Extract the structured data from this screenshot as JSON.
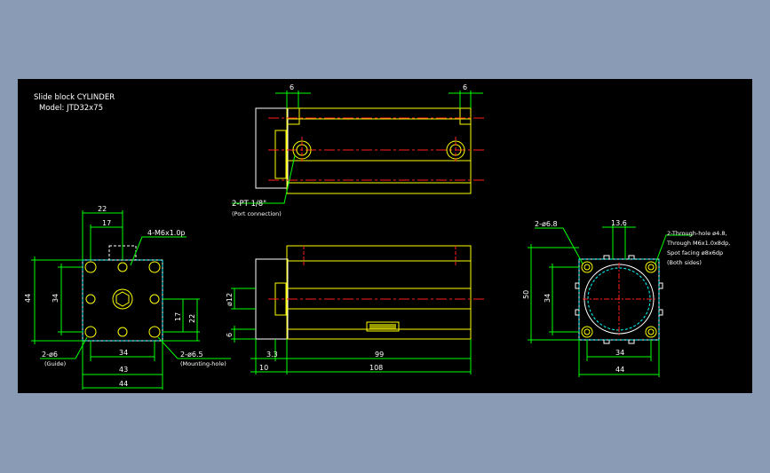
{
  "title": {
    "line1": "Slide block CYLINDER",
    "line2": "Model: JTD32x75"
  },
  "colors": {
    "background": "#8a9bb5",
    "canvas": "#000000",
    "outline": "#ffff00",
    "dimension": "#00ff00",
    "centerline": "#ff2020",
    "hidden": "#ffffff",
    "holes": "#ffff00",
    "cyan_hidden": "#00ffff"
  },
  "top_view": {
    "dim_left": "6",
    "dim_right": "6",
    "port_label": "2-PT 1/8\"",
    "port_sub": "(Port connection)"
  },
  "left_view": {
    "dim_22": "22",
    "dim_17": "17",
    "dim_44_left": "44",
    "dim_34_left": "34",
    "dim_17_right": "17",
    "dim_22_right": "22",
    "thread_label": "4-M6x1.0p",
    "guide_label": "2-ø6",
    "guide_sub": "(Guide)",
    "mount_label": "2-ø6.5",
    "mount_sub": "(Mounting-hole)",
    "dim_34_bottom": "34",
    "dim_43": "43",
    "dim_44_bottom": "44"
  },
  "front_view": {
    "dim_phi12": "ø12",
    "dim_6": "6",
    "dim_3_3": "3.3",
    "dim_99": "99",
    "dim_10": "10",
    "dim_108": "108"
  },
  "right_view": {
    "phi_label": "2-ø6.8",
    "dim_13_6": "13.6",
    "through_line1": "2-Through-hole ø4.8,",
    "through_line2": "Through M6x1.0x8dp,",
    "through_line3": "Spot facing ø8x6dp",
    "through_line4": "(Both sides)",
    "dim_50": "50",
    "dim_34_left": "34",
    "dim_34_bottom": "34",
    "dim_44_bottom": "44"
  }
}
